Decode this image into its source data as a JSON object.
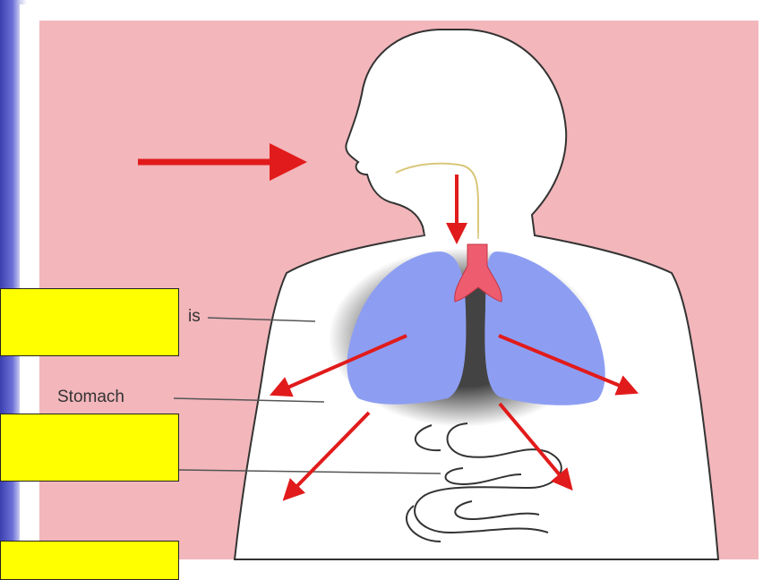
{
  "labels": {
    "stomach": "Stomach",
    "diaphragm_fragment": "is"
  },
  "label_boxes": {
    "top": "",
    "middle": "",
    "bottom": ""
  },
  "colors": {
    "background_pink": "#f2b6bb",
    "lungs": "#8d9ef2",
    "trachea": "#ee5d6f",
    "arrows": "#e11b1b",
    "label_box": "#ffff00"
  },
  "icons": {
    "inhale_arrow": "right-arrow",
    "trachea_arrow": "down-arrow",
    "outflow_arrows": "diagonal-arrows"
  }
}
